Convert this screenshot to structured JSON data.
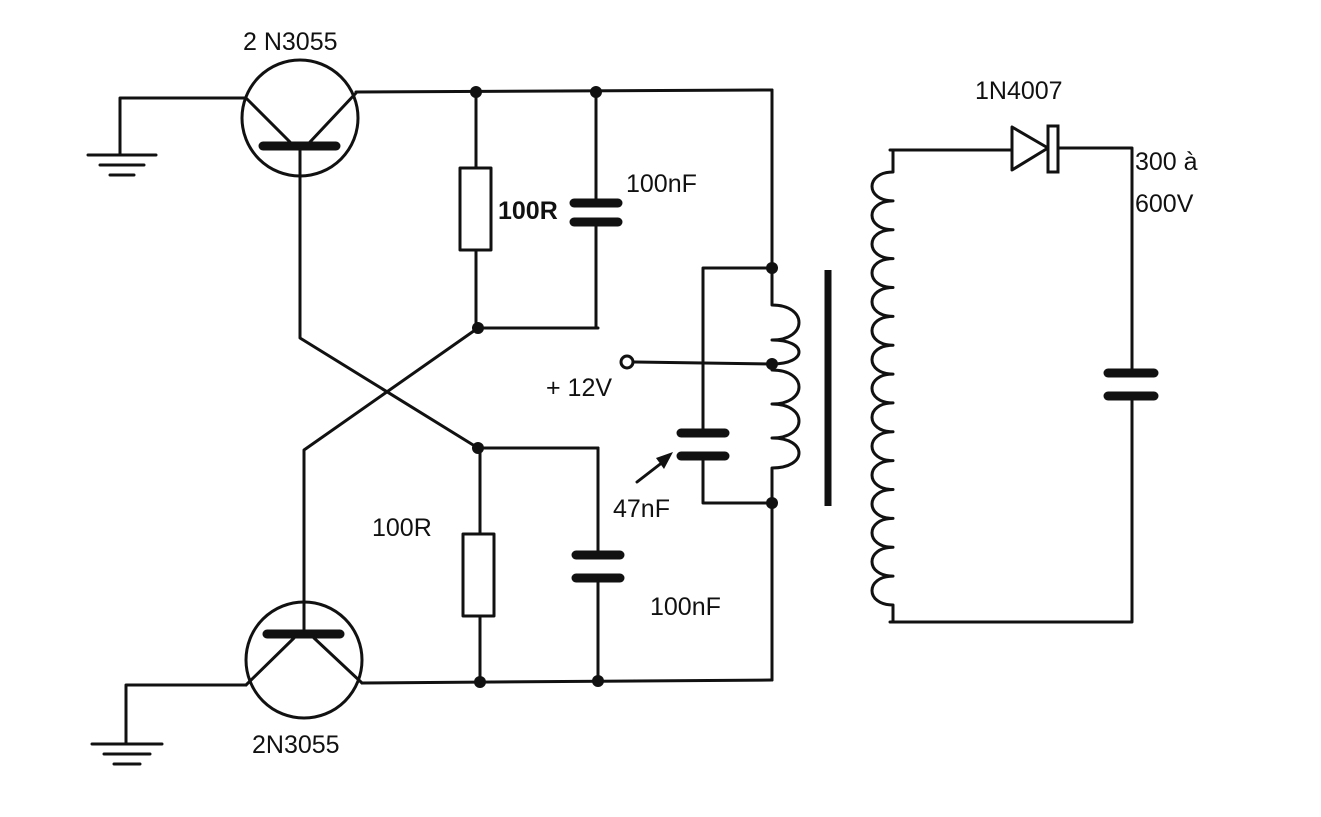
{
  "components": {
    "q1": {
      "label": "2 N3055"
    },
    "q2": {
      "label": "2N3055"
    },
    "r1": {
      "label": "100R"
    },
    "r2": {
      "label": "100R"
    },
    "c1": {
      "label": "100nF"
    },
    "c2": {
      "label": "100nF"
    },
    "c3": {
      "label": "47nF"
    },
    "d1": {
      "label": "1N4007"
    },
    "supply": {
      "label": "+ 12V"
    },
    "output": {
      "line1": "300 à",
      "line2": "600V"
    }
  }
}
